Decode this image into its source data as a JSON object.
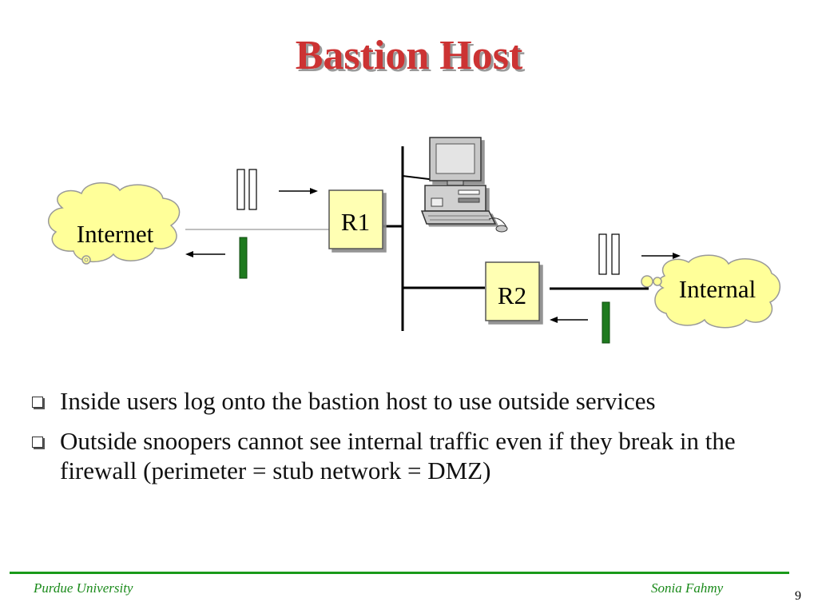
{
  "title": "Bastion Host",
  "diagram": {
    "internet_label": "Internet",
    "internal_label": "Internal",
    "r1_label": "R1",
    "r2_label": "R2",
    "computer": "bastion-host-computer",
    "colors": {
      "cloud_fill": "#ffff99",
      "router_fill": "#ffffb3",
      "filter_green": "#1e7a1e"
    }
  },
  "bullets": [
    "Inside users log onto the bastion host to use outside services",
    "Outside snoopers cannot see internal traffic even if they break in the firewall (perimeter = stub network = DMZ)"
  ],
  "footer": {
    "left": "Purdue University",
    "right": "Sonia Fahmy",
    "page": "9"
  },
  "colors": {
    "title": "#cc3333",
    "footer_text": "#1a8a1a",
    "footer_rule": "#1a9a1a"
  }
}
